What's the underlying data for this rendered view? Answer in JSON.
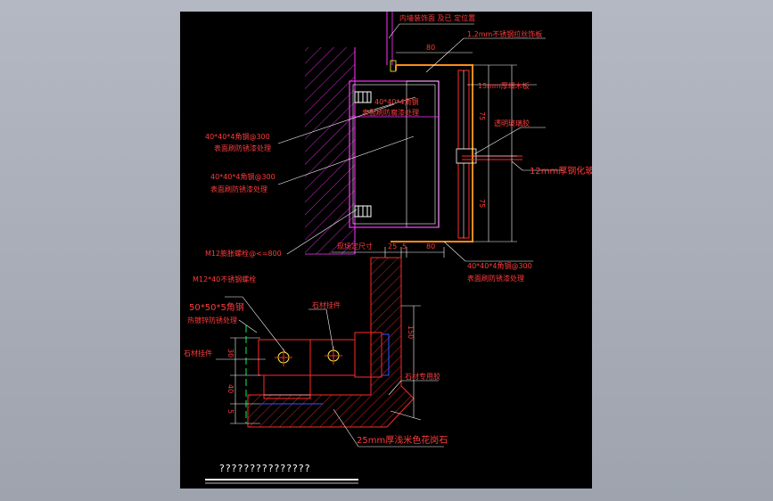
{
  "labels": {
    "top_wall": "内墙装饰面 及已 定位置",
    "steel_1_2": "1.2mm不锈钢拉丝饰板",
    "dim_80_top": "80",
    "board_15": "15mm厚细木板",
    "angle_steel_inner_1": "40*40*4角钢",
    "angle_steel_inner_2": "表面刷防腐漆处理",
    "left_1a": "40*40*4角钢@300",
    "left_1b": "表面刷防锈漆处理",
    "left_2a": "40*40*4角钢@300",
    "left_2b": "表面刷防锈漆处理",
    "glue": "透明玻璃胶",
    "glass": "12mm厚钢化玻璃",
    "bolt_m12": "M12膨胀螺栓@<=800",
    "site_dim": "现场定尺寸",
    "dim_25": "25",
    "dim_5": "5",
    "dim_80_bottom": "80",
    "right_bottom_a": "40*40*4角钢@300",
    "right_bottom_b": "表面刷防锈漆处理",
    "dim_v1": "75",
    "dim_v2": "75",
    "m12_bolt": "M12*40不锈钢螺栓",
    "angle_50": "50*50*5角钢",
    "galv": "热镀锌防锈处理",
    "stone_hanger_1": "石材挂件",
    "stone_hanger_2": "石材挂件",
    "dim_150": "150",
    "stone_glue": "石材专用胶",
    "dim_left_30": "30",
    "dim_left_40": "40",
    "dim_5b": "5",
    "marble": "25mm厚浅米色花岗石",
    "drawing_title": "???????????????"
  },
  "colors": {
    "background": "#000000",
    "red": "#ff2a2a",
    "magenta": "#ff33ff",
    "white": "#ffffff",
    "orange": "#ff8c1a",
    "green": "#00cc44",
    "blue": "#3355ff",
    "yellow": "#ffff33",
    "cyan": "#33ffff"
  }
}
